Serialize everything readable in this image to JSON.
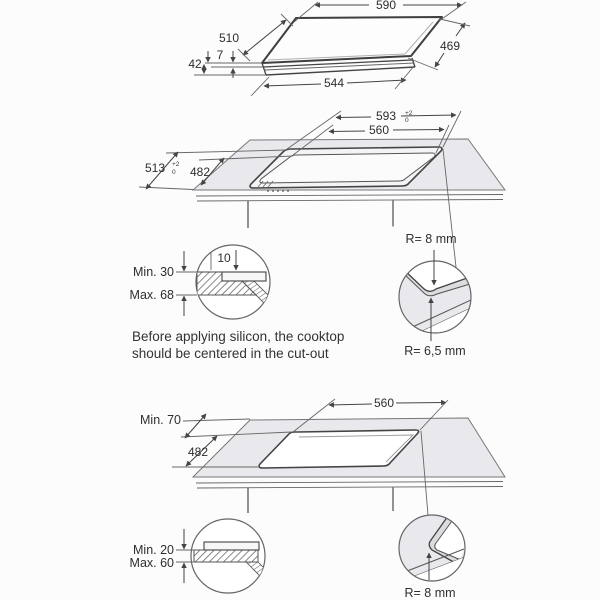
{
  "product_view": {
    "w_top": "590",
    "d_left": "510",
    "t_glass": "7",
    "t_total": "42",
    "w_base": "544",
    "d_right": "469"
  },
  "flush_view": {
    "w_recess": "593",
    "w_recess_tol_plus": "+2",
    "w_recess_tol_minus": "0",
    "w_cutout": "560",
    "d_recess": "513",
    "d_recess_tol_plus": "+2",
    "d_recess_tol_minus": "0",
    "d_cutout": "482"
  },
  "flush_detail": {
    "ledge": "10",
    "min": "Min. 30",
    "max": "Max. 68",
    "r_top": "R= 8 mm",
    "r_bottom": "R= 6,5 mm"
  },
  "note": {
    "line1": "Before applying silicon, the cooktop",
    "line2": "should be centered in the cut-out"
  },
  "overmount_view": {
    "back_clearance": "Min. 70",
    "w_cutout": "560",
    "d_cutout": "482"
  },
  "overmount_detail": {
    "min": "Min. 20",
    "max": "Max. 60",
    "r": "R= 8 mm"
  }
}
